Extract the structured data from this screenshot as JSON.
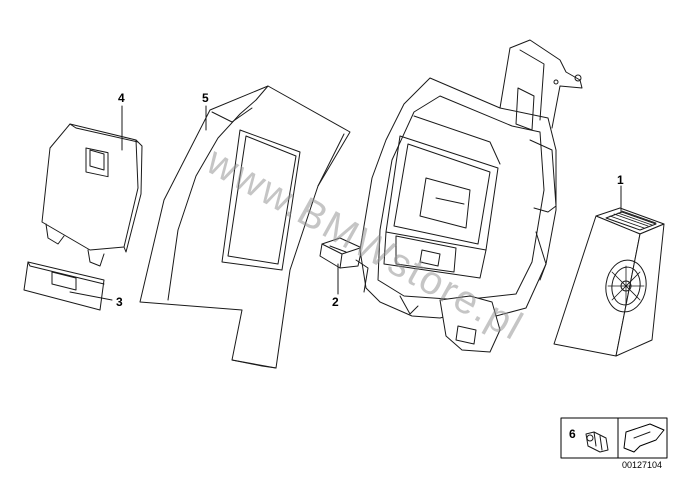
{
  "callouts": {
    "part_1": "1",
    "part_2": "2",
    "part_3": "3",
    "part_4": "4",
    "part_5": "5",
    "part_6": "6"
  },
  "watermark": "www.BMWstore.pl",
  "document_number": "00127104",
  "colors": {
    "line": "#1a1a1a",
    "watermark": "#969696",
    "background": "#ffffff"
  }
}
